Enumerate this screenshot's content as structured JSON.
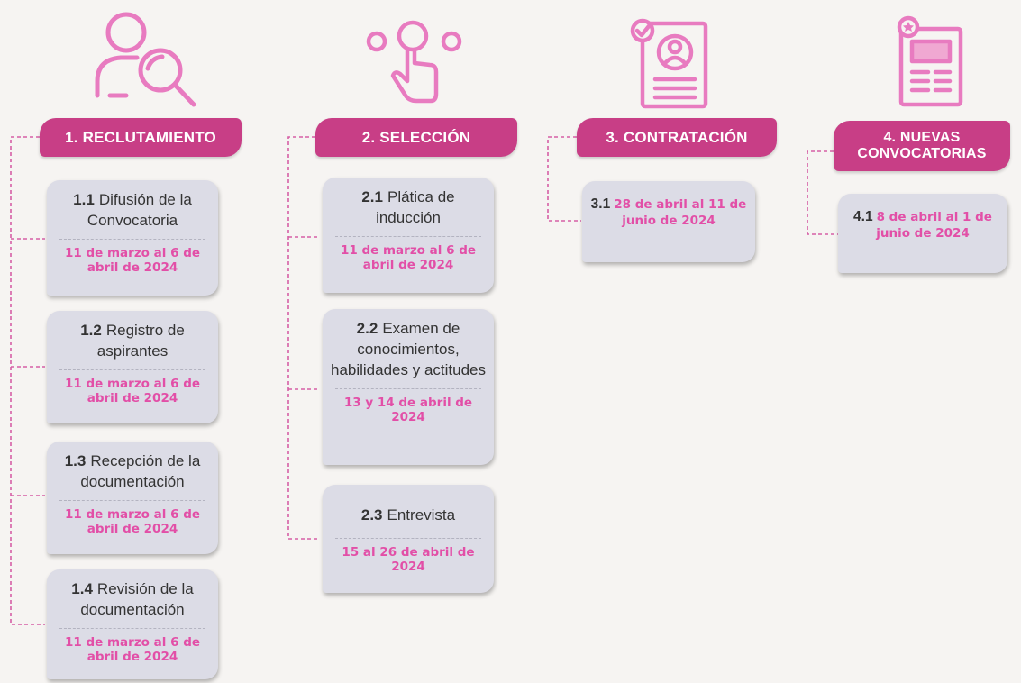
{
  "colors": {
    "accent": "#c83e86",
    "date_pink": "#e24fa7",
    "card_bg": "#dcdce6",
    "icon_pink": "#e87bc0"
  },
  "icons": [
    "user-search-icon",
    "touch-select-icon",
    "contract-profile-icon",
    "newsletter-icon"
  ],
  "phases": [
    {
      "title": "1. RECLUTAMIENTO",
      "steps": [
        {
          "num": "1.1",
          "label": "Difusión de la Convocatoria",
          "date": "11 de marzo al 6 de abril de 2024"
        },
        {
          "num": "1.2",
          "label": "Registro de aspirantes",
          "date": "11 de marzo al 6 de abril de 2024"
        },
        {
          "num": "1.3",
          "label": "Recepción de la documentación",
          "date": "11 de marzo al 6 de abril de 2024"
        },
        {
          "num": "1.4",
          "label": "Revisión de la documentación",
          "date": "11 de marzo al 6 de abril de 2024"
        }
      ]
    },
    {
      "title": "2. SELECCIÓN",
      "steps": [
        {
          "num": "2.1",
          "label": "Plática de inducción",
          "date": "11 de marzo al 6 de abril de 2024"
        },
        {
          "num": "2.2",
          "label": "Examen de conocimientos, habilidades y actitudes",
          "date": "13 y 14 de abril de 2024"
        },
        {
          "num": "2.3",
          "label": "Entrevista",
          "date": "15 al 26 de abril de 2024"
        }
      ]
    },
    {
      "title": "3. CONTRATACIÓN",
      "steps": [
        {
          "num": "3.1",
          "date": "28 de abril al 11 de junio de 2024"
        }
      ]
    },
    {
      "title": "4. NUEVAS CONVOCATORIAS",
      "steps": [
        {
          "num": "4.1",
          "date": "8 de abril al 1 de junio de 2024"
        }
      ]
    }
  ]
}
